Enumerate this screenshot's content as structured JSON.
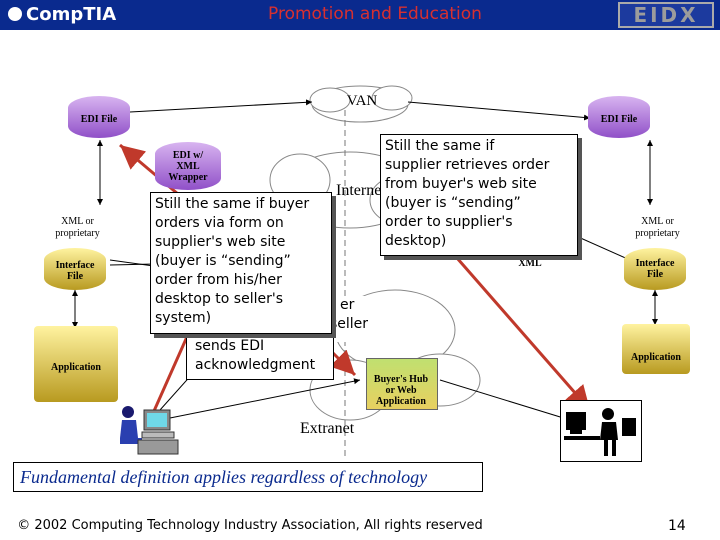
{
  "header": {
    "title": "Promotion and Education",
    "logo_left": "CompTIA",
    "logo_right": "EIDX"
  },
  "diagram": {
    "van_label": "VAN",
    "internet_label": "Internet",
    "extranet_label": "Extranet",
    "edi_file_left": "EDI File",
    "edi_file_right": "EDI File",
    "edi_wrapper": [
      "EDI w/",
      "XML",
      "Wrapper"
    ],
    "xml_proprietary_left": [
      "XML or",
      "proprietary"
    ],
    "xml_proprietary_right": [
      "XML or",
      "proprietary"
    ],
    "interface_file_left": [
      "Interface",
      "File"
    ],
    "interface_file_right": [
      "Interface",
      "File"
    ],
    "application_left": "Application",
    "application_right": "Application",
    "xml_right": "XML",
    "hub_label": [
      "Buyer's Hub",
      "or Web",
      "Application"
    ],
    "hidden_partial": [
      "er",
      "seller"
    ],
    "sends_edi": [
      "sends EDI",
      "acknowledgment"
    ],
    "callout_right": [
      "Still the same if",
      "supplier retrieves order",
      "from buyer's web site",
      "(buyer is “sending”",
      "order to supplier's",
      "desktop)"
    ],
    "callout_left": [
      "Still the same if buyer",
      "orders via form on",
      "supplier's web site",
      "(buyer is “sending”",
      "order from his/her",
      "desktop to seller's",
      "system)"
    ]
  },
  "footer": {
    "definition": "Fundamental definition applies regardless of technology",
    "copyright": "© 2002 Computing Technology Industry Association, All rights reserved",
    "page_number": "14"
  },
  "colors": {
    "header_blue": "#0a2a8e",
    "title_red": "#d83030",
    "arrow_red": "#c0392b"
  }
}
